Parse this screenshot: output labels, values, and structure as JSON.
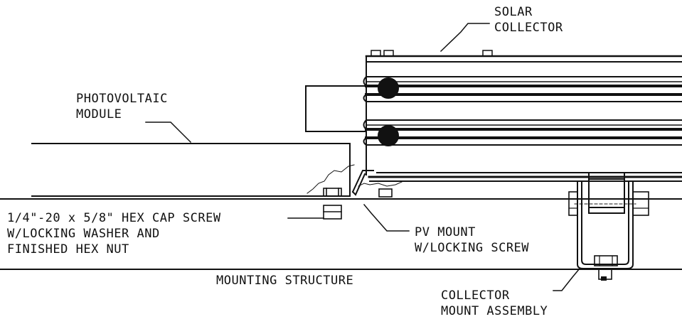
{
  "labels": {
    "solar_collector": [
      "SOLAR",
      "COLLECTOR"
    ],
    "photovoltaic_module": [
      "PHOTOVOLTAIC",
      "MODULE"
    ],
    "hex_cap_screw": [
      "1/4\"-20 x 5/8\" HEX CAP SCREW",
      "W/LOCKING WASHER AND",
      "FINISHED HEX NUT"
    ],
    "pv_mount": [
      "PV MOUNT",
      "W/LOCKING SCREW"
    ],
    "mounting_structure": [
      "MOUNTING STRUCTURE"
    ],
    "collector_mount": [
      "COLLECTOR",
      "MOUNT ASSEMBLY"
    ]
  },
  "colors": {
    "line": "#111111",
    "background": "#ffffff"
  }
}
